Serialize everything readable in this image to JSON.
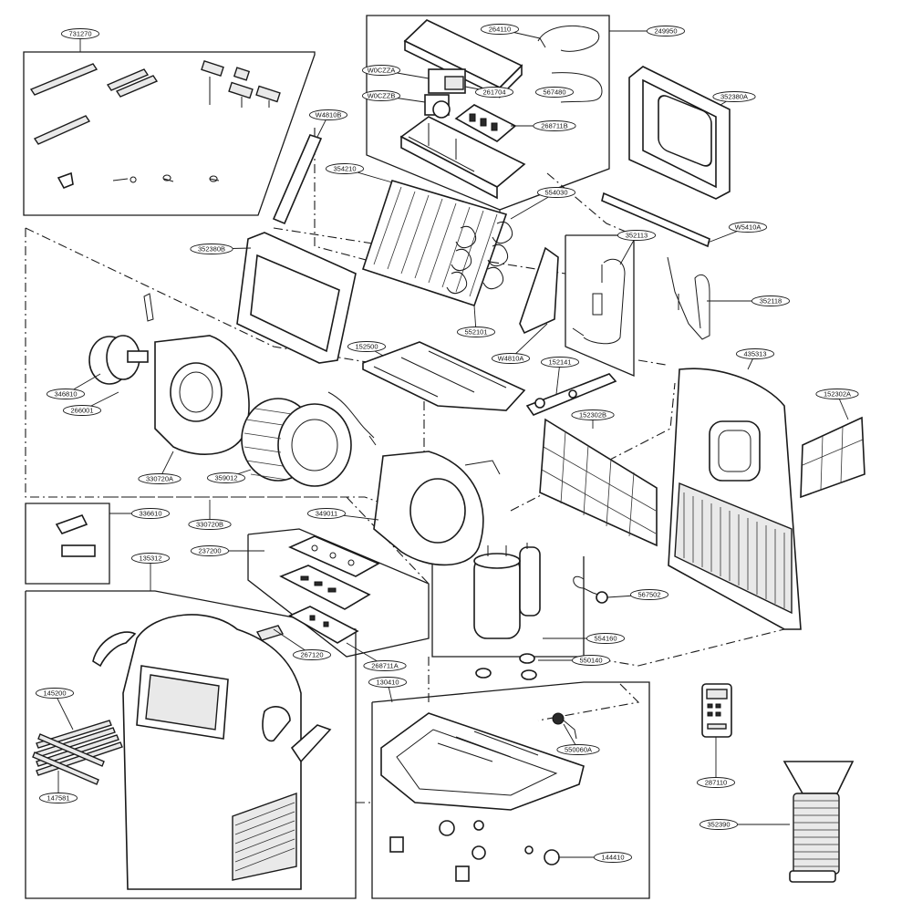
{
  "part_labels": [
    {
      "id": "731270"
    },
    {
      "id": "W4810B"
    },
    {
      "id": "264110"
    },
    {
      "id": "249950"
    },
    {
      "id": "W0CZZA"
    },
    {
      "id": "W0CZZB"
    },
    {
      "id": "261704"
    },
    {
      "id": "567480"
    },
    {
      "id": "268711B"
    },
    {
      "id": "352380A"
    },
    {
      "id": "354210"
    },
    {
      "id": "554030"
    },
    {
      "id": "352380B"
    },
    {
      "id": "W5410A"
    },
    {
      "id": "352113"
    },
    {
      "id": "352118"
    },
    {
      "id": "552101"
    },
    {
      "id": "W4810A"
    },
    {
      "id": "152500"
    },
    {
      "id": "435313"
    },
    {
      "id": "152141"
    },
    {
      "id": "346810"
    },
    {
      "id": "266001"
    },
    {
      "id": "152302B"
    },
    {
      "id": "152302A"
    },
    {
      "id": "330720A"
    },
    {
      "id": "359012"
    },
    {
      "id": "349011"
    },
    {
      "id": "336610"
    },
    {
      "id": "330720B"
    },
    {
      "id": "237200"
    },
    {
      "id": "135312"
    },
    {
      "id": "567502"
    },
    {
      "id": "554160"
    },
    {
      "id": "267120"
    },
    {
      "id": "268711A"
    },
    {
      "id": "550140"
    },
    {
      "id": "145200"
    },
    {
      "id": "130410"
    },
    {
      "id": "550060A"
    },
    {
      "id": "287110"
    },
    {
      "id": "147581"
    },
    {
      "id": "352390"
    },
    {
      "id": "144410"
    }
  ]
}
